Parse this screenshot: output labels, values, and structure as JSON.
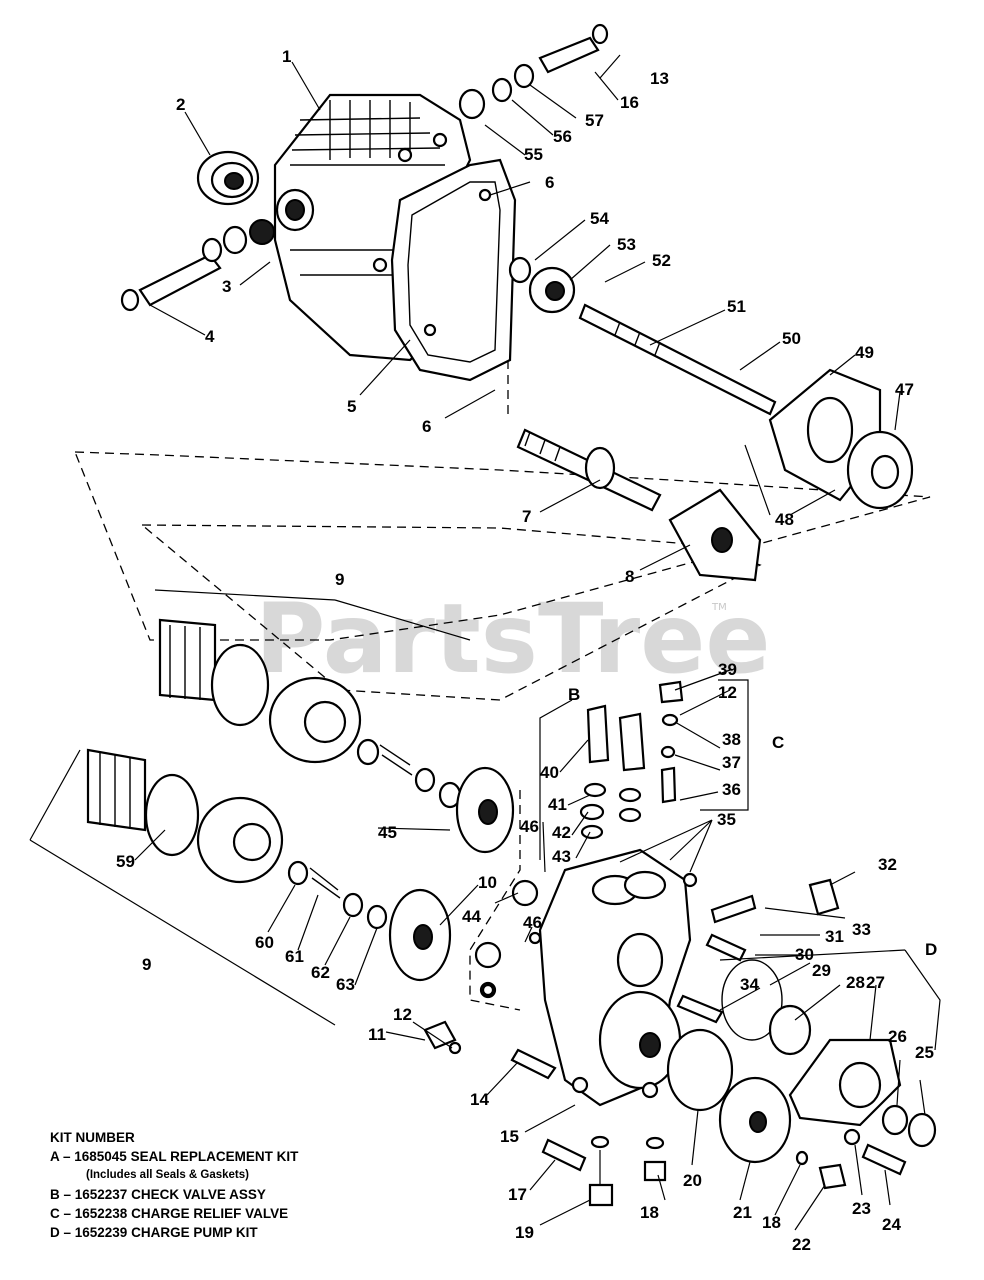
{
  "watermark": {
    "text": "PartsTree",
    "tm": "TM"
  },
  "legend": {
    "heading": "KIT NUMBER",
    "items": [
      {
        "text": "A – 1685045 SEAL REPLACEMENT KIT"
      },
      {
        "text": "(Includes all Seals & Gaskets)"
      },
      {
        "text": "B – 1652237 CHECK VALVE ASSY"
      },
      {
        "text": "C – 1652238 CHARGE RELIEF VALVE"
      },
      {
        "text": "D – 1652239 CHARGE PUMP KIT"
      }
    ]
  },
  "callouts": [
    "1",
    "2",
    "3",
    "4",
    "5",
    "6",
    "6",
    "7",
    "8",
    "9",
    "9",
    "10",
    "11",
    "12",
    "12",
    "13",
    "14",
    "15",
    "16",
    "17",
    "18",
    "18",
    "19",
    "20",
    "21",
    "22",
    "23",
    "24",
    "25",
    "26",
    "27",
    "28",
    "29",
    "30",
    "31",
    "32",
    "33",
    "34",
    "35",
    "36",
    "37",
    "38",
    "39",
    "40",
    "41",
    "42",
    "43",
    "44",
    "45",
    "46",
    "46",
    "47",
    "48",
    "49",
    "50",
    "51",
    "52",
    "53",
    "54",
    "55",
    "56",
    "57",
    "59",
    "60",
    "61",
    "62",
    "63",
    "B",
    "C",
    "D"
  ]
}
